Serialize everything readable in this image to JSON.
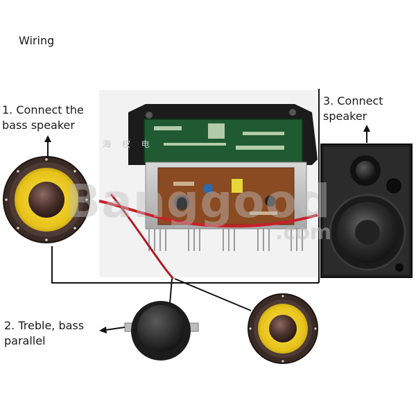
{
  "title": "Wiring",
  "steps": [
    {
      "text": "1. Connect the\nbass speaker"
    },
    {
      "text": "2. Treble, bass\nparallel"
    },
    {
      "text": "3. Connect\nspeaker"
    }
  ],
  "watermark": {
    "main": "Banggood",
    "sub": ".com",
    "side": "海 权 电"
  }
}
